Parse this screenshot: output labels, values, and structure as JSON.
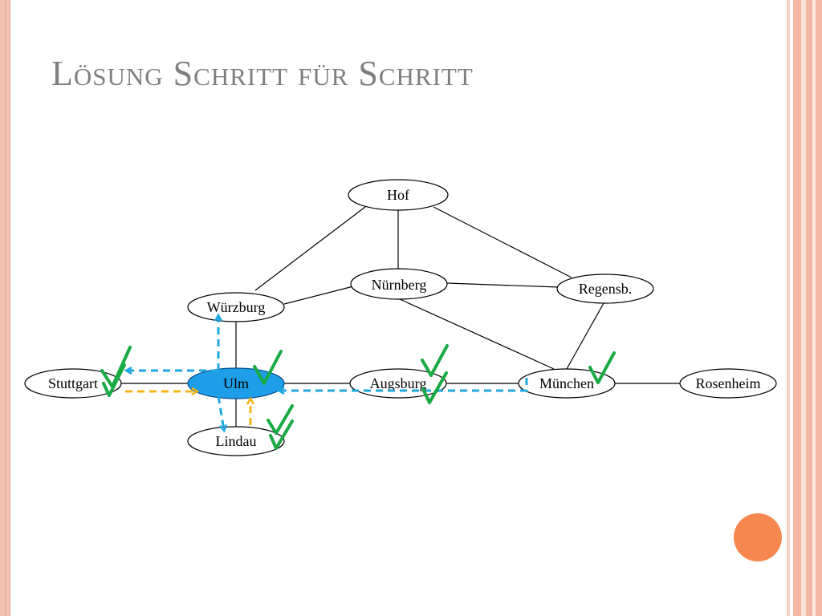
{
  "title": "Lösung Schritt für Schritt",
  "colors": {
    "highlight_node": "#1e9ee9",
    "blue_arrow": "#1fa7e1",
    "yellow_arrow": "#f2b619",
    "check": "#1aaa44",
    "accent_dot": "#f6874f"
  },
  "nodes": [
    {
      "id": "hof",
      "label": "Hof",
      "highlighted": false
    },
    {
      "id": "nuernberg",
      "label": "Nürnberg",
      "highlighted": false
    },
    {
      "id": "regensb",
      "label": "Regensb.",
      "highlighted": false
    },
    {
      "id": "wuerzburg",
      "label": "Würzburg",
      "highlighted": false
    },
    {
      "id": "stuttgart",
      "label": "Stuttgart",
      "highlighted": false
    },
    {
      "id": "ulm",
      "label": "Ulm",
      "highlighted": true
    },
    {
      "id": "augsburg",
      "label": "Augsburg",
      "highlighted": false
    },
    {
      "id": "muenchen",
      "label": "München",
      "highlighted": false
    },
    {
      "id": "rosenheim",
      "label": "Rosenheim",
      "highlighted": false
    },
    {
      "id": "lindau",
      "label": "Lindau",
      "highlighted": false
    }
  ],
  "edges": [
    [
      "hof",
      "wuerzburg"
    ],
    [
      "hof",
      "nuernberg"
    ],
    [
      "hof",
      "regensb"
    ],
    [
      "nuernberg",
      "wuerzburg"
    ],
    [
      "nuernberg",
      "regensb"
    ],
    [
      "nuernberg",
      "muenchen"
    ],
    [
      "regensb",
      "muenchen"
    ],
    [
      "wuerzburg",
      "ulm"
    ],
    [
      "stuttgart",
      "ulm"
    ],
    [
      "ulm",
      "augsburg"
    ],
    [
      "ulm",
      "lindau"
    ],
    [
      "augsburg",
      "muenchen"
    ],
    [
      "muenchen",
      "rosenheim"
    ]
  ],
  "blue_arrows": [
    {
      "from": "ulm",
      "to": "stuttgart"
    },
    {
      "from": "ulm",
      "to": "wuerzburg"
    },
    {
      "from": "ulm",
      "to": "lindau"
    },
    {
      "from": "muenchen",
      "to": "ulm"
    }
  ],
  "yellow_arrows": [
    {
      "from": "stuttgart",
      "to": "ulm"
    },
    {
      "from": "lindau",
      "to": "ulm"
    }
  ],
  "checkmarks": [
    "stuttgart",
    "ulm",
    "lindau",
    "augsburg",
    "muenchen"
  ]
}
